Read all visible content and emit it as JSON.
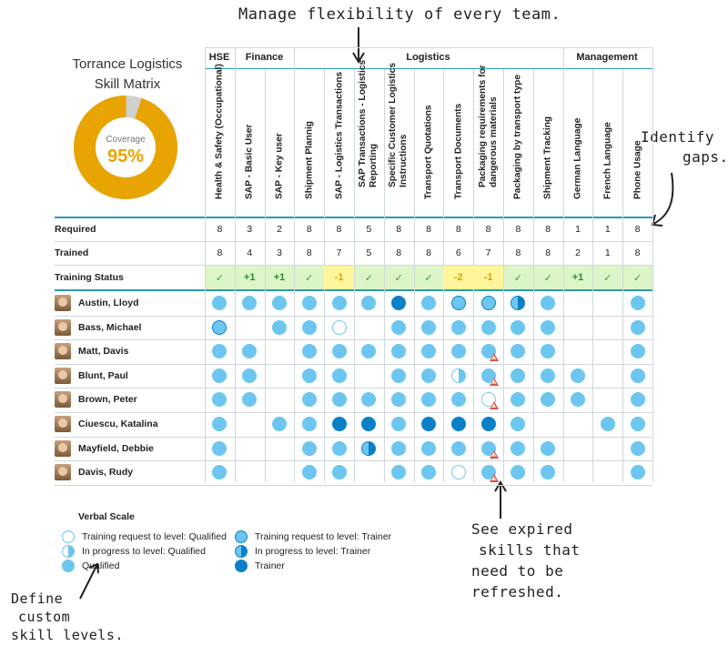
{
  "annotations": {
    "top": "Manage flexibility of every team.",
    "gaps_1": "Identify",
    "gaps_2": "gaps.",
    "expired_1": "See expired",
    "expired_2": "skills that",
    "expired_3": "need to be",
    "expired_4": "refreshed.",
    "custom_1": "Define",
    "custom_2": "custom",
    "custom_3": "skill levels."
  },
  "matrix": {
    "title_line1": "Torrance Logistics",
    "title_line2": "Skill Matrix",
    "coverage_label": "Coverage",
    "coverage_value": "95%",
    "coverage_fraction": 0.95,
    "groups": [
      "HSE",
      "Finance",
      "Logistics",
      "Management"
    ],
    "skills": [
      "Health & Safety (Occupational)",
      "SAP - Basic User",
      "SAP - Key user",
      "Shipment Plannig",
      "SAP - Logistics Transactions",
      "SAP Transactions - Logistics Reporting",
      "Specific Customer Logistics Instructions",
      "Transport Quotations",
      "Transport Documents",
      "Packaging requirements for dangerous materials",
      "Packaging by transport type",
      "Shipment Tracking",
      "German Language",
      "French Language",
      "Phone Usage"
    ],
    "required_label": "Required",
    "required": [
      "8",
      "3",
      "2",
      "8",
      "8",
      "5",
      "8",
      "8",
      "8",
      "8",
      "8",
      "8",
      "1",
      "1",
      "8"
    ],
    "trained_label": "Trained",
    "trained": [
      "8",
      "4",
      "3",
      "8",
      "7",
      "5",
      "8",
      "8",
      "6",
      "7",
      "8",
      "8",
      "2",
      "1",
      "8"
    ],
    "status_label": "Training Status",
    "status": [
      "✓",
      "+1",
      "+1",
      "✓",
      "-1",
      "✓",
      "✓",
      "✓",
      "-2",
      "-1",
      "✓",
      "✓",
      "+1",
      "✓",
      "✓"
    ],
    "people": [
      {
        "name": "Austin, Lloyd",
        "cells": [
          "q",
          "q",
          "q",
          "q",
          "q",
          "q",
          "t",
          "q",
          "rt",
          "rt",
          "pt",
          "q",
          "",
          "",
          "q"
        ],
        "warn": []
      },
      {
        "name": "Bass, Michael",
        "cells": [
          "rt",
          "",
          "q",
          "q",
          "rq",
          "",
          "q",
          "q",
          "q",
          "q",
          "q",
          "q",
          "",
          "",
          "q"
        ],
        "warn": []
      },
      {
        "name": "Matt, Davis",
        "cells": [
          "q",
          "q",
          "",
          "q",
          "q",
          "q",
          "q",
          "q",
          "q",
          "q",
          "q",
          "q",
          "",
          "",
          "q"
        ],
        "warn": [
          9
        ]
      },
      {
        "name": "Blunt, Paul",
        "cells": [
          "q",
          "q",
          "",
          "q",
          "q",
          "",
          "q",
          "q",
          "pq",
          "q",
          "q",
          "q",
          "q",
          "",
          "q"
        ],
        "warn": [
          9
        ]
      },
      {
        "name": "Brown, Peter",
        "cells": [
          "q",
          "q",
          "",
          "q",
          "q",
          "q",
          "q",
          "q",
          "q",
          "rq",
          "q",
          "q",
          "q",
          "",
          "q"
        ],
        "warn": [
          9
        ]
      },
      {
        "name": "Ciuescu, Katalina",
        "cells": [
          "q",
          "",
          "q",
          "q",
          "t",
          "t",
          "q",
          "t",
          "t",
          "t",
          "q",
          "",
          "",
          "q",
          "q"
        ],
        "warn": []
      },
      {
        "name": "Mayfield, Debbie",
        "cells": [
          "q",
          "",
          "",
          "q",
          "q",
          "pt",
          "q",
          "q",
          "q",
          "q",
          "q",
          "q",
          "",
          "",
          "q"
        ],
        "warn": [
          9
        ]
      },
      {
        "name": "Davis, Rudy",
        "cells": [
          "q",
          "",
          "",
          "q",
          "q",
          "",
          "q",
          "q",
          "rq",
          "q",
          "q",
          "q",
          "",
          "",
          "q"
        ],
        "warn": [
          9
        ]
      }
    ]
  },
  "legend": {
    "title": "Verbal Scale",
    "items": [
      "Training request to level: Qualified",
      "In progress to level: Qualified",
      "Qualified",
      "Training request to level: Trainer",
      "In progress to level: Trainer",
      "Trainer"
    ]
  },
  "colors": {
    "qualified": "#6cc6ef",
    "trainer": "#0a80c7",
    "accent": "#e8a400",
    "highlight_yellow": "#fff59d",
    "highlight_green": "#dcf5c8",
    "teal_line": "#2a9bb5",
    "warning": "#d9534f"
  }
}
